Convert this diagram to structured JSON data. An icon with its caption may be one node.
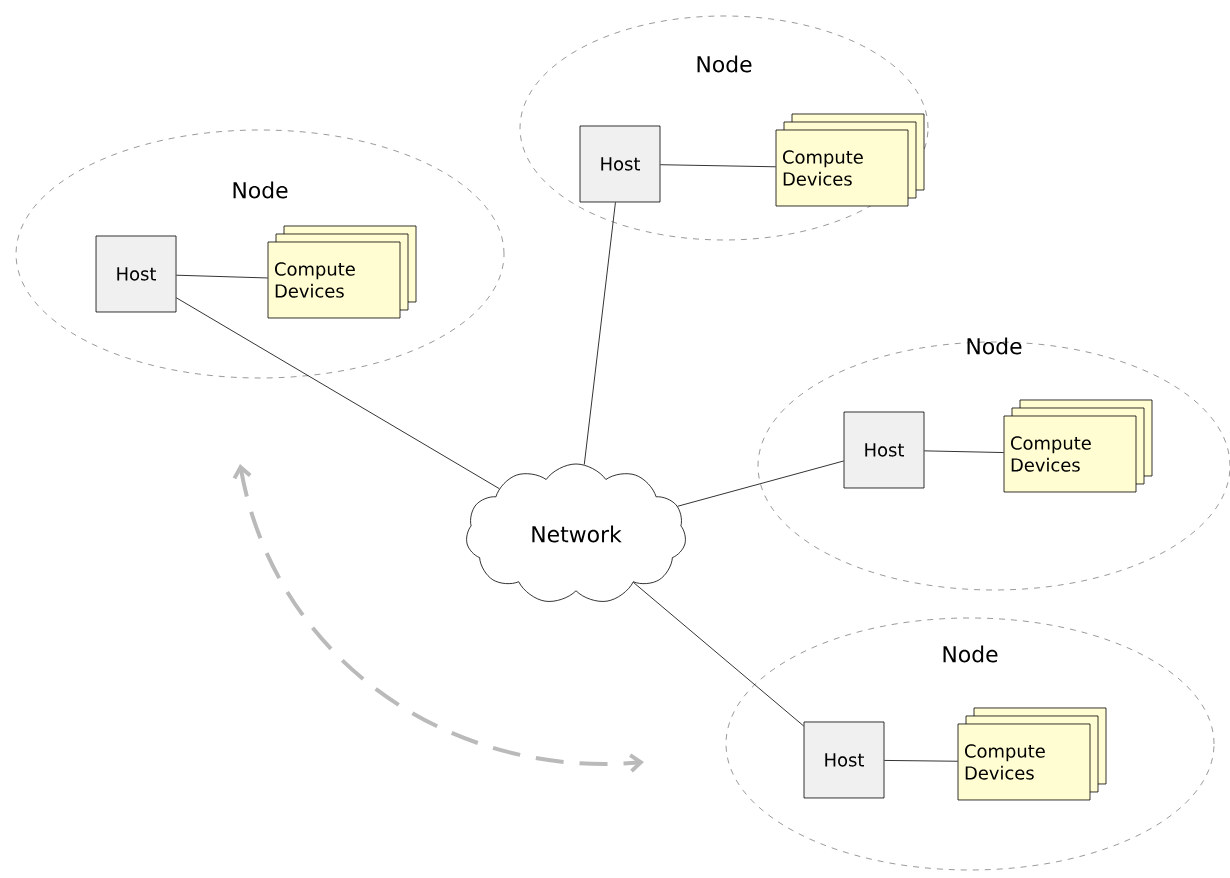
{
  "diagram": {
    "nodes": [
      {
        "text": [
          "Node"
        ]
      },
      {
        "text": [
          "Host"
        ],
        "in": 0
      },
      {
        "text": [
          "Compute Devices"
        ],
        "in": 0
      },
      {
        "text": [
          "Node"
        ]
      },
      {
        "text": [
          "Host"
        ],
        "in": 3
      },
      {
        "text": [
          "Compute Devices"
        ],
        "in": 3
      },
      {
        "text": [
          "Node"
        ]
      },
      {
        "text": [
          "Host"
        ],
        "in": 6
      },
      {
        "text": [
          "Compute Devices"
        ],
        "in": 6
      },
      {
        "text": [
          "Network"
        ]
      },
      {
        "text": [
          "Node"
        ]
      },
      {
        "text": [
          "Host"
        ],
        "in": 10
      },
      {
        "text": [
          "Compute Devices"
        ],
        "in": 10
      }
    ],
    "edges": [
      {
        "from": 1,
        "to": 2,
        "arrow": "none"
      },
      {
        "from": 4,
        "to": 5,
        "arrow": "none"
      },
      {
        "from": 7,
        "to": 8,
        "arrow": "none"
      },
      {
        "from": 11,
        "to": 12,
        "arrow": "none"
      },
      {
        "from": 4,
        "to": 9,
        "arrow": "none"
      },
      {
        "from": 1,
        "to": 9,
        "arrow": "none"
      },
      {
        "from": 7,
        "to": 9,
        "arrow": "none"
      },
      {
        "from": 11,
        "to": 9,
        "arrow": "none"
      }
    ]
  }
}
